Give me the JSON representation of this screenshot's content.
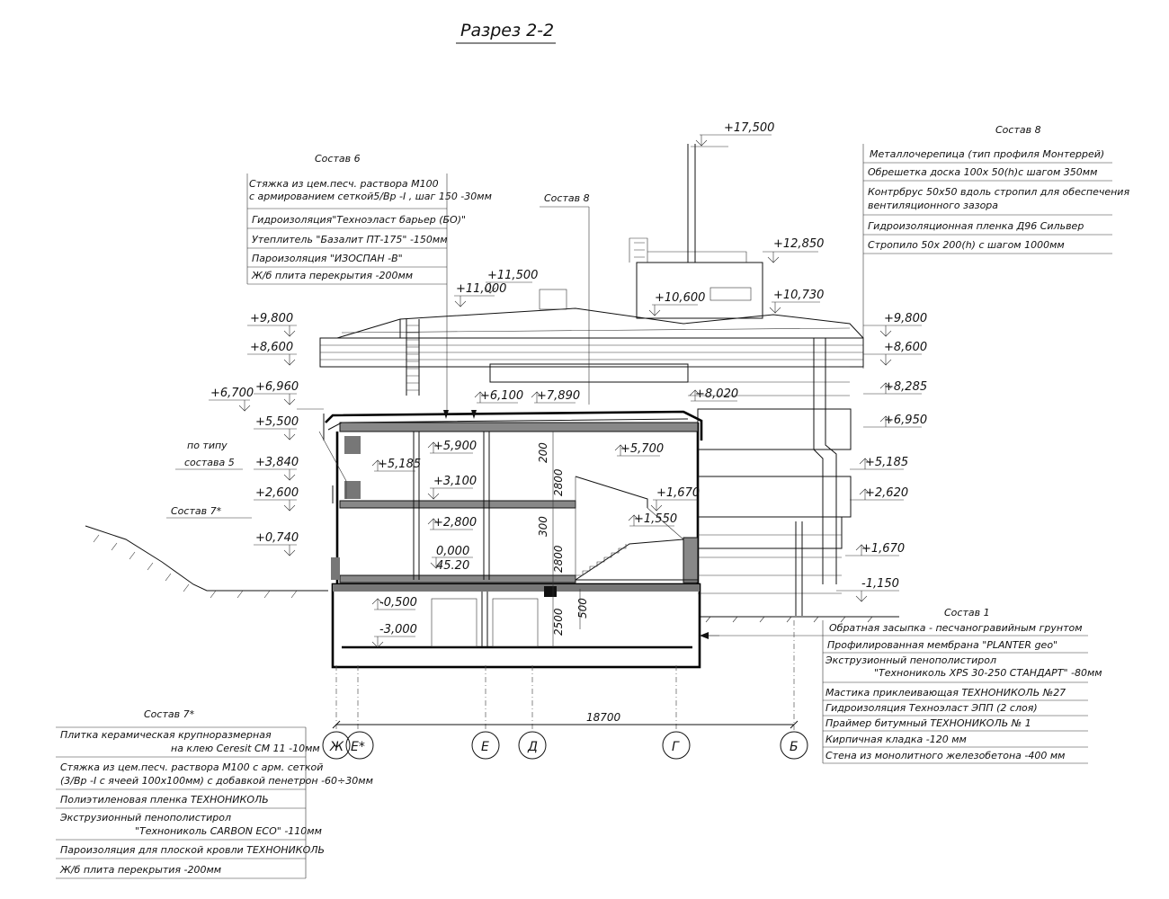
{
  "title": "Разрез 2-2",
  "spec6": {
    "heading": "Состав 6",
    "rows": [
      "Стяжка из цем.песч. раствора М100",
      "с армированием сеткой5/Вр -I , шаг 150 -30мм",
      "Гидроизоляция\"Техноэласт барьер (БО)\"",
      "Утеплитель \"Базалит ПТ-175\" -150мм",
      "Пароизоляция \"ИЗОСПАН -В\"",
      "Ж/б плита перекрытия          -200мм"
    ]
  },
  "spec8_label": "Состав 8",
  "spec8": {
    "heading": "Состав 8",
    "rows": [
      "Металлочерепица (тип профиля Монтеррей)",
      "Обрешетка доска 100х 50(h)с шагом 350мм",
      "Контрбрус 50х50 вдоль стропил для обеспечения",
      "вентиляционного зазора",
      "Гидроизоляционная пленка Д96 Сильвер",
      "Стропило 50х 200(h) с шагом 1000мм"
    ]
  },
  "spec1": {
    "heading": "Состав 1",
    "rows": [
      "Обратная засыпка - песчаногравийным грунтом",
      "Профилированная мембрана \"PLANTER geo\"",
      "Экструзионный пенополистирол",
      "\"Технониколь XPS 30-250 СТАНДАРТ\" -80мм",
      "Мастика приклеивающая ТЕХНОНИКОЛЬ №27",
      "Гидроизоляция Техноэласт ЭПП (2 слоя)",
      "Праймер битумный ТЕХНОНИКОЛЬ № 1",
      "Кирпичная кладка                -120 мм",
      "Стена из монолитного железобетона       -400 мм"
    ]
  },
  "spec7": {
    "heading": "Состав 7*",
    "rows": [
      "Плитка керамическая крупноразмерная",
      "на клею Ceresit СМ 11 -10мм",
      "Стяжка из цем.песч. раствора М100 с арм. сеткой",
      "(3/Вр -I с ячеей 100х100мм) с добавкой пенетрон -60÷30мм",
      "Полиэтиленовая пленка ТЕХНОНИКОЛЬ",
      "Экструзионный пенополистирол",
      "\"Технониколь CARBON ECO\" -110мм",
      "Пароизоляция для плоской кровли ТЕХНОНИКОЛЬ",
      "Ж/б плита перекрытия                 -200мм"
    ]
  },
  "side_labels": {
    "po_tipu": "по типу",
    "sostava5": "состава 5",
    "sostav7": "Состав 7*"
  },
  "levels": {
    "l_17500": "+17,500",
    "l_12850": "+12,850",
    "l_11500": "+11,500",
    "l_11000": "+11,000",
    "l_10600": "+10,600",
    "l_10730": "+10,730",
    "l_9800_l": "+9,800",
    "l_8600_l": "+8,600",
    "l_9800_r": "+9,800",
    "l_8600_r": "+8,600",
    "l_8285": "+8,285",
    "l_6950": "+6,950",
    "l_6700": "+6,700",
    "l_6960": "+6,960",
    "l_6100": "+6,100",
    "l_7890": "+7,890",
    "l_8020": "+8,020",
    "l_5500": "+5,500",
    "l_5900": "+5,900",
    "l_5700": "+5,700",
    "l_5185_l": "+5,185",
    "l_5185_r": "+5,185",
    "l_3840": "+3,840",
    "l_3100": "+3,100",
    "l_2600": "+2,600",
    "l_2620": "+2,620",
    "l_2800": "+2,800",
    "l_1670_c": "+1,670",
    "l_1550": "+1,550",
    "l_1670_r": "+1,670",
    "l_0740": "+0,740",
    "l_0000": "0,000",
    "l_4520": "45.20",
    "l_m0500": "-0,500",
    "l_m3000": "-3,000",
    "l_m1150": "-1,150"
  },
  "dims": {
    "d200": "200",
    "d2800a": "2800",
    "d300": "300",
    "d2800b": "2800",
    "d2500": "2500",
    "d500": "500",
    "span": "18700"
  },
  "axes": [
    "Ж",
    "Е*",
    "Е",
    "Д",
    "Г",
    "Б"
  ]
}
